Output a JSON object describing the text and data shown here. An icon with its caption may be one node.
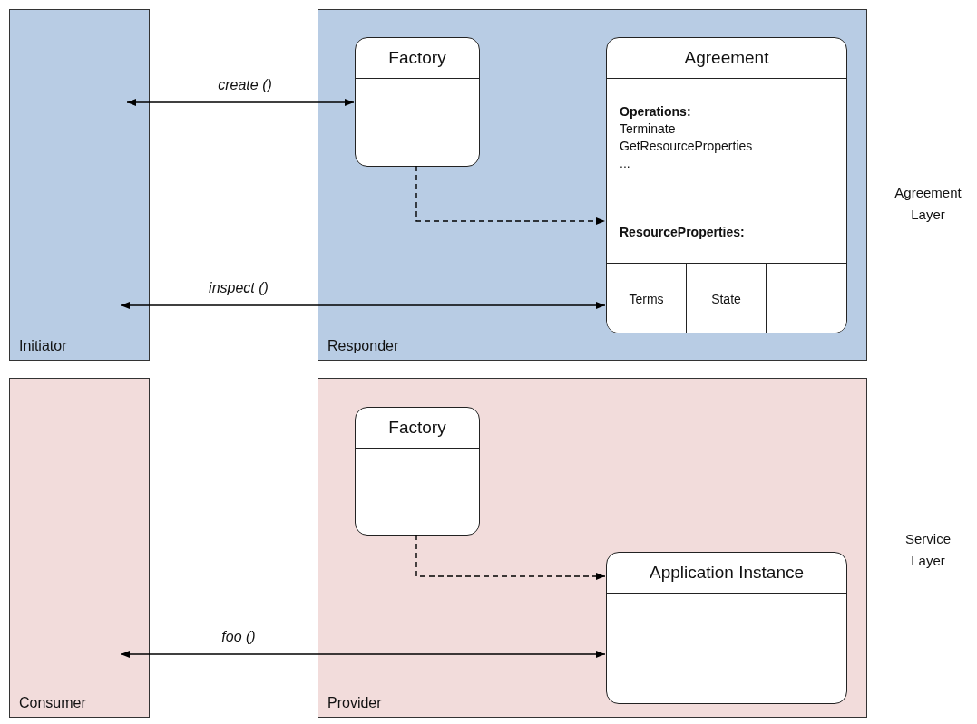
{
  "diagram": {
    "nodes": [
      {
        "text": [
          "Initiator"
        ]
      },
      {
        "text": [
          "Responder"
        ]
      },
      {
        "text": [
          "Factory"
        ],
        "in": 1
      },
      {
        "text": [
          "Agreement",
          "Operations:",
          "Terminate",
          "GetResourceProperties",
          "...",
          "ResourceProperties:"
        ],
        "in": 1
      },
      {
        "text": [
          "Terms"
        ],
        "in": 3
      },
      {
        "text": [
          "State"
        ],
        "in": 3
      },
      {
        "text": [],
        "shape": "box",
        "in": 3
      },
      {
        "text": [
          "Consumer"
        ]
      },
      {
        "text": [
          "Provider"
        ]
      },
      {
        "text": [
          "Factory"
        ],
        "in": 8
      },
      {
        "text": [
          "Application Instance"
        ],
        "in": 8
      }
    ],
    "edges": [
      {
        "from": 0,
        "to": 2,
        "arrow": "both",
        "label": "create ()"
      },
      {
        "from": 2,
        "to": 3,
        "arrow": "to",
        "style": "dashed"
      },
      {
        "from": 0,
        "to": 4,
        "arrow": "both",
        "label": "inspect ()"
      },
      {
        "from": 9,
        "to": 10,
        "arrow": "to",
        "style": "dashed"
      },
      {
        "from": 7,
        "to": 10,
        "arrow": "both",
        "label": "foo ()"
      }
    ],
    "labels": [
      "Agreement Layer",
      "Service Layer"
    ]
  }
}
